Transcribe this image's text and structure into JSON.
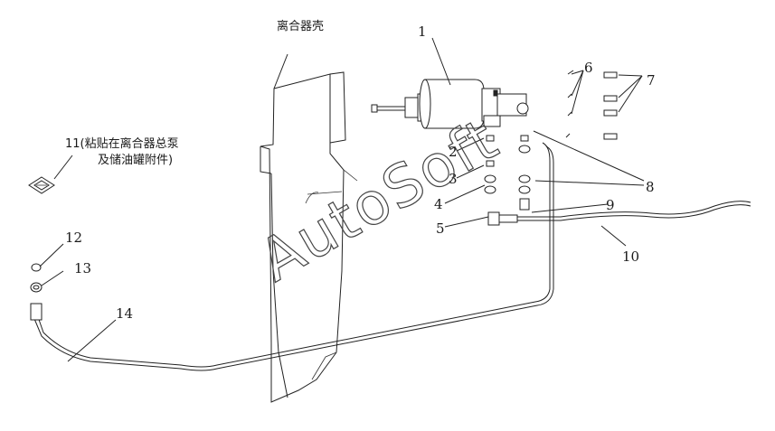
{
  "labels": {
    "housing": "离合器壳",
    "p1": "1",
    "p2": "2",
    "p3": "3",
    "p4": "4",
    "p5": "5",
    "p6": "6",
    "p7": "7",
    "p8": "8",
    "p9": "9",
    "p10": "10",
    "p11_line1": "11(粘贴在离合器总泵",
    "p11_line2": "及储油罐附件)",
    "p12": "12",
    "p13": "13",
    "p14": "14"
  },
  "watermark": "AutoSoft"
}
